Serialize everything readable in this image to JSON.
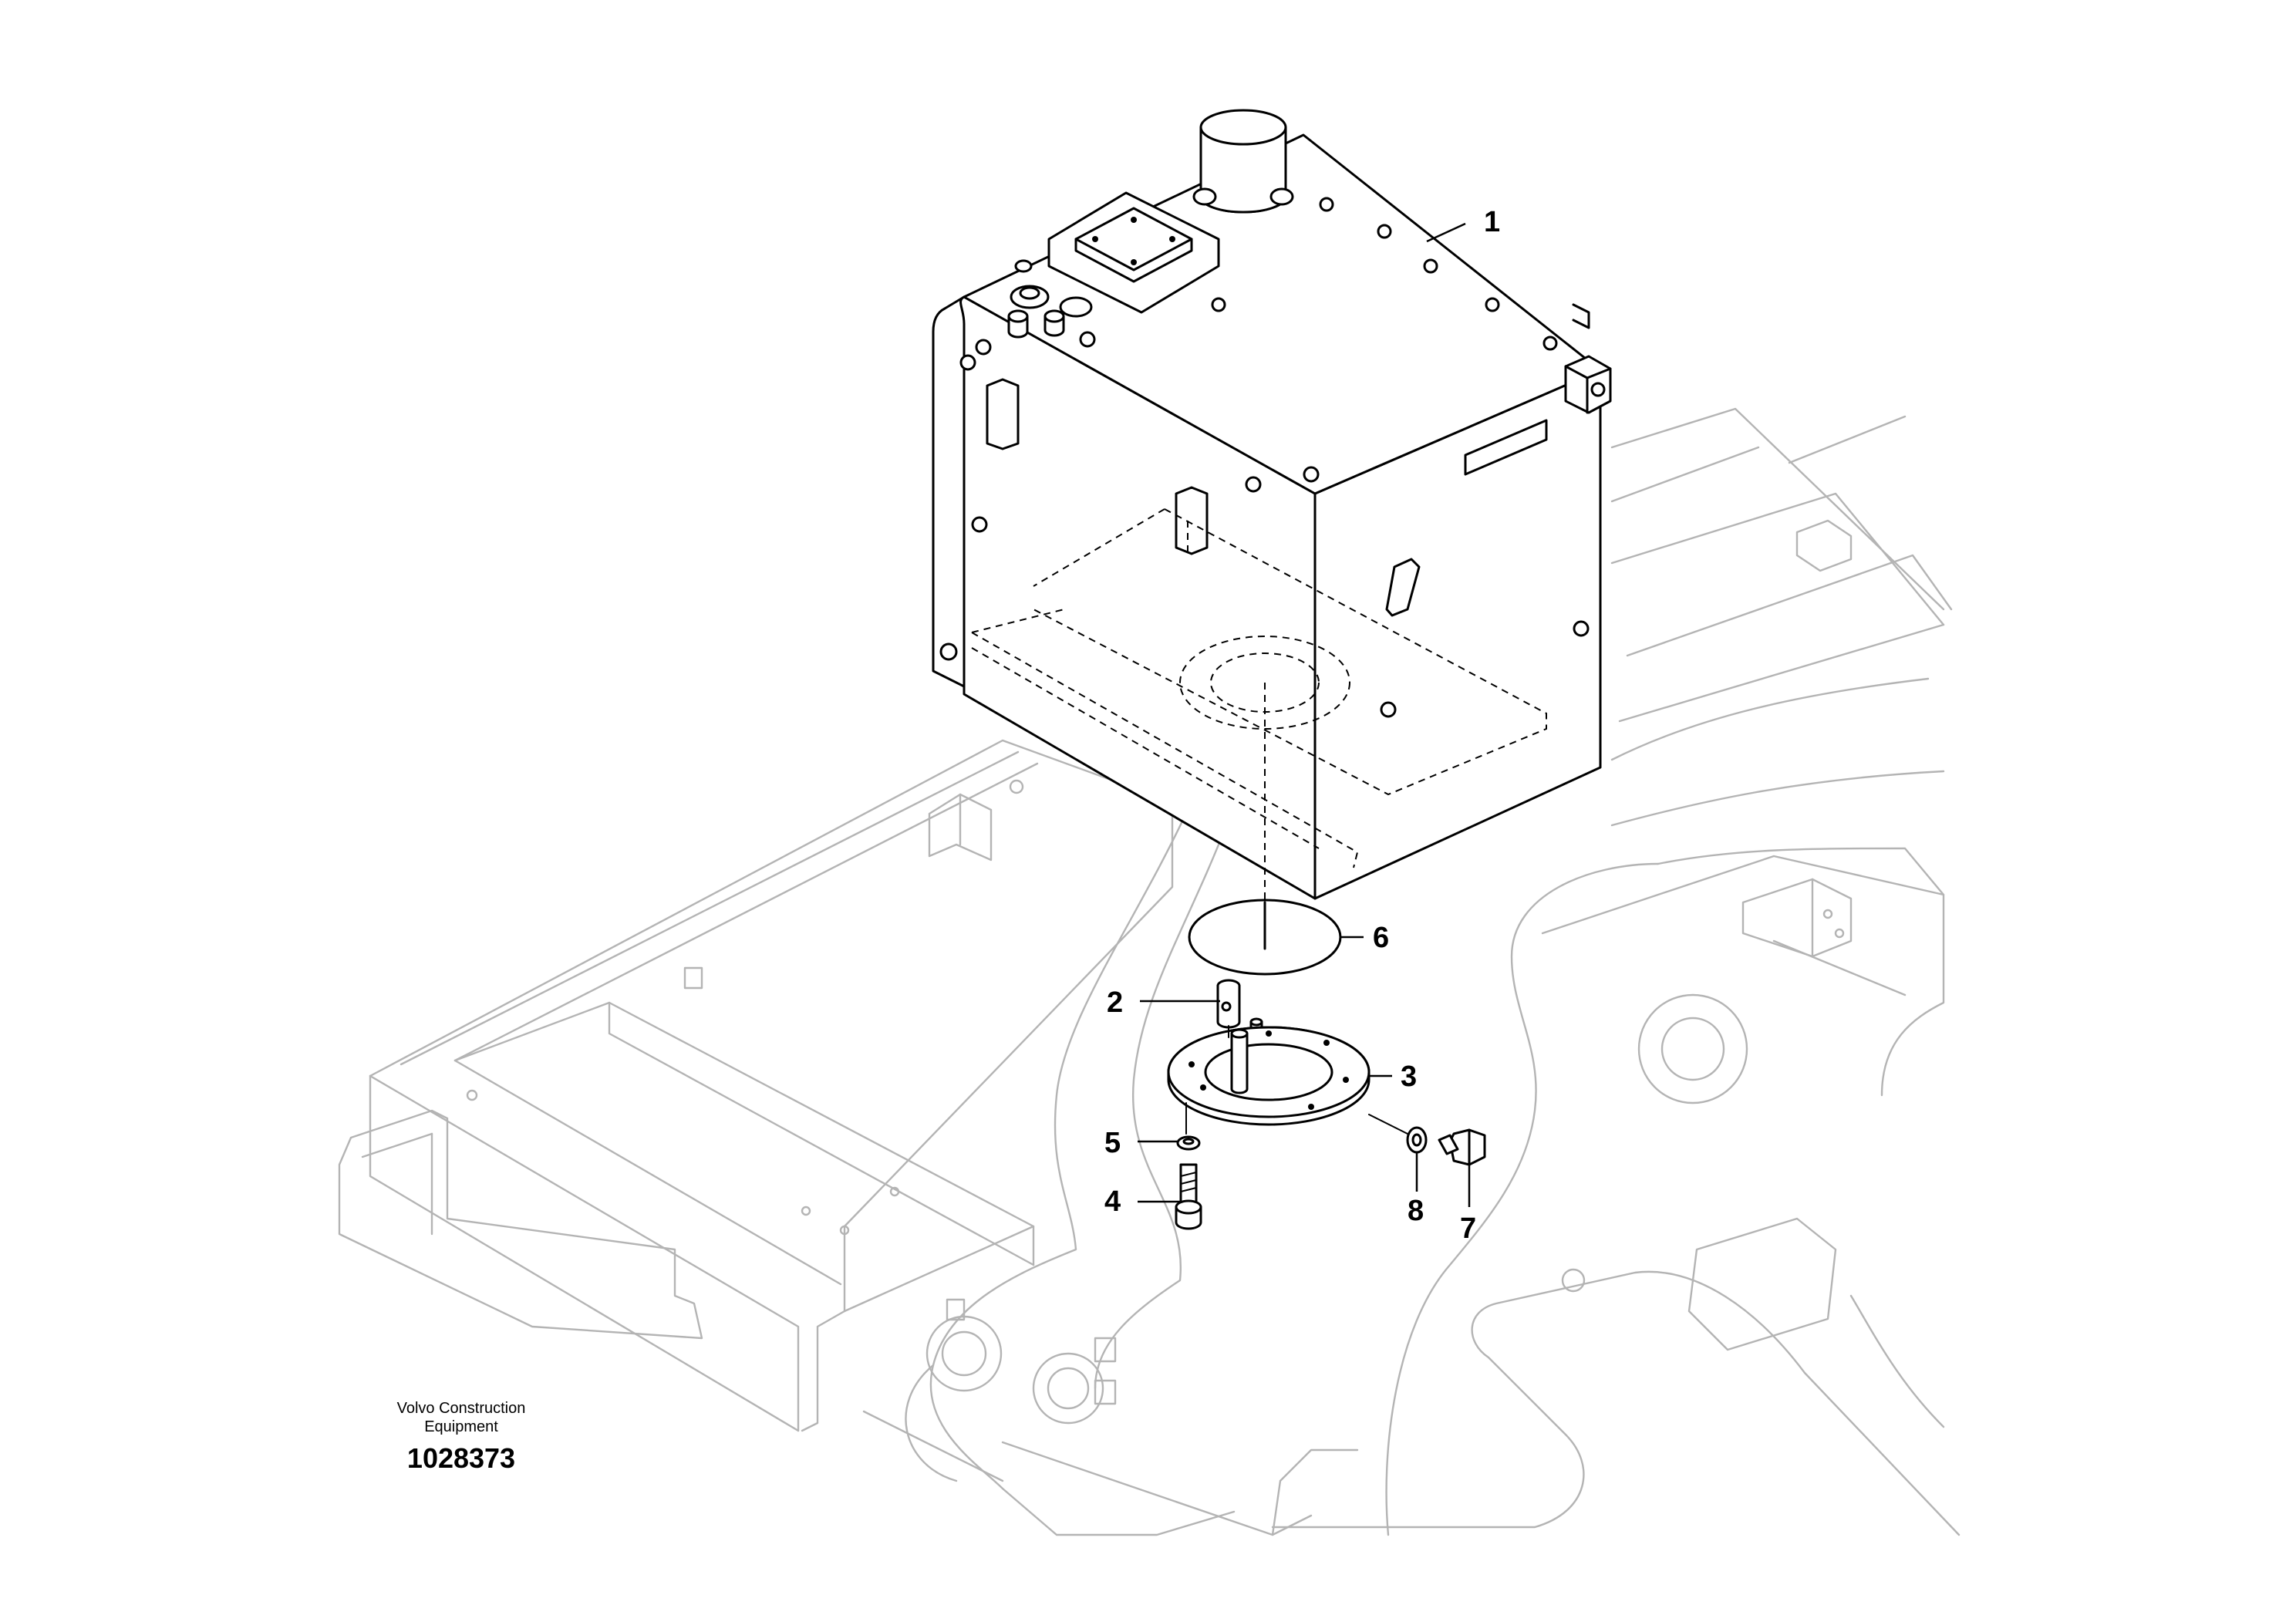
{
  "callouts": [
    {
      "id": "1",
      "label": "1",
      "part": "tank"
    },
    {
      "id": "2",
      "label": "2",
      "part": "sensor"
    },
    {
      "id": "3",
      "label": "3",
      "part": "flange-plate"
    },
    {
      "id": "4",
      "label": "4",
      "part": "screw"
    },
    {
      "id": "5",
      "label": "5",
      "part": "washer"
    },
    {
      "id": "6",
      "label": "6",
      "part": "o-ring"
    },
    {
      "id": "7",
      "label": "7",
      "part": "plug"
    },
    {
      "id": "8",
      "label": "8",
      "part": "seal-washer"
    }
  ],
  "caption": {
    "line1": "Volvo Construction",
    "line2": "Equipment",
    "number": "1028373"
  },
  "colors": {
    "frame_line": "#b4b4b4",
    "part_line": "#000000",
    "background": "#ffffff"
  }
}
